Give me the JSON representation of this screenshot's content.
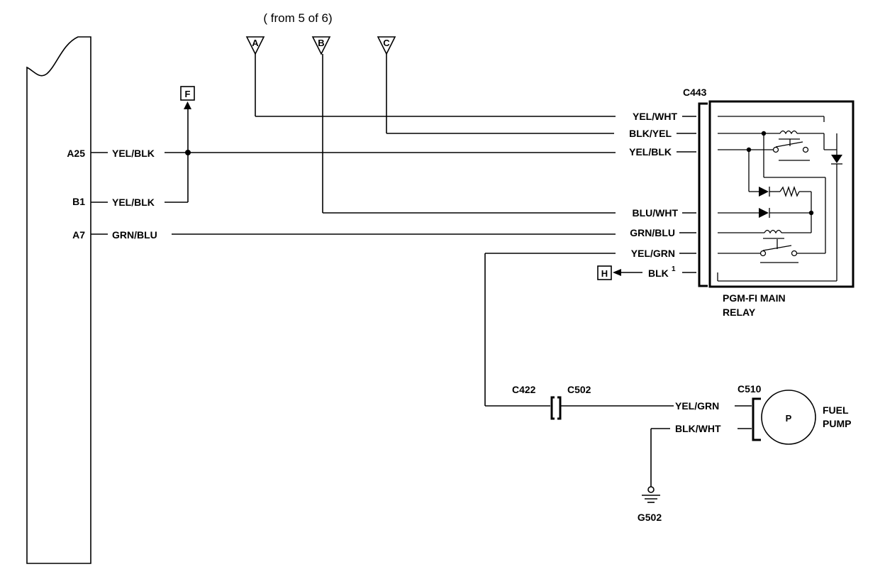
{
  "header": {
    "note": "( from 5 of 6)"
  },
  "offpage_connectors": {
    "a": "A",
    "b": "B",
    "c": "C"
  },
  "refs": {
    "f": "F",
    "h": "H"
  },
  "ecm": {
    "pins": {
      "a25": "A25",
      "b1": "B1",
      "a7": "A7"
    },
    "wires": {
      "a25": "YEL/BLK",
      "b1": "YEL/BLK",
      "a7": "GRN/BLU"
    }
  },
  "relay": {
    "connector": "C443",
    "name_line1": "PGM-FI MAIN",
    "name_line2": "RELAY",
    "wires": [
      "YEL/WHT",
      "BLK/YEL",
      "YEL/BLK",
      "BLU/WHT",
      "GRN/BLU",
      "YEL/GRN"
    ],
    "ground_wire": "BLK",
    "ground_sup": "1"
  },
  "inline_connector": {
    "left": "C422",
    "right": "C502"
  },
  "pump": {
    "connector": "C510",
    "symbol": "P",
    "name_line1": "FUEL",
    "name_line2": "PUMP",
    "wire_in": "YEL/GRN",
    "wire_gnd": "BLK/WHT"
  },
  "ground": {
    "label": "G502"
  }
}
